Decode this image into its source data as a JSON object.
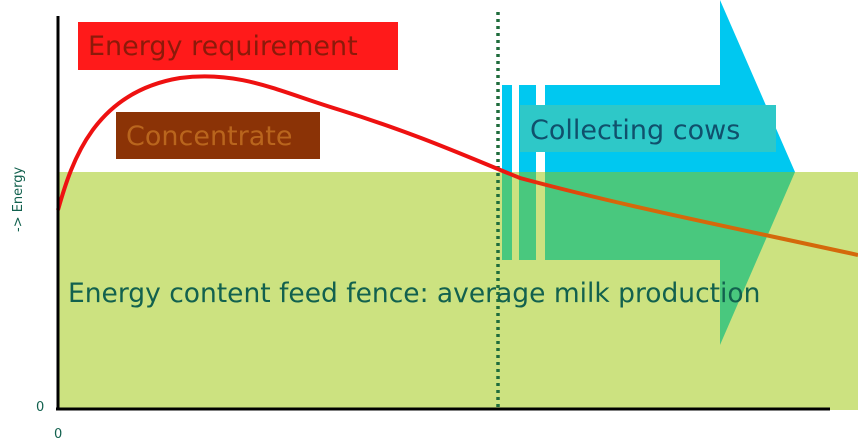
{
  "labels": {
    "energy_requirement": "Energy requirement",
    "concentrate": "Concentrate",
    "collecting_cows": "Collecting cows",
    "feed_fence": "Energy content feed fence: average milk production"
  },
  "axes": {
    "y_label": "-> Energy",
    "y_zero": "0",
    "x_zero": "0"
  },
  "colors": {
    "feed_area": "#cce280",
    "energy_curve": "#ee1111",
    "energy_curve_low": "#d4690b",
    "energy_box": "#ff1a1a",
    "energy_text": "#8c1a0a",
    "concentrate_box": "#8b3306",
    "concentrate_text": "#b9651d",
    "arrow": "#00c8f0",
    "arrow_over_feed": "#49c87e",
    "collecting_box": "#2ec8c8",
    "collecting_text": "#10506c",
    "dotted_line": "#1f6c3c",
    "feed_text": "#12614e",
    "axis": "#000000"
  }
}
